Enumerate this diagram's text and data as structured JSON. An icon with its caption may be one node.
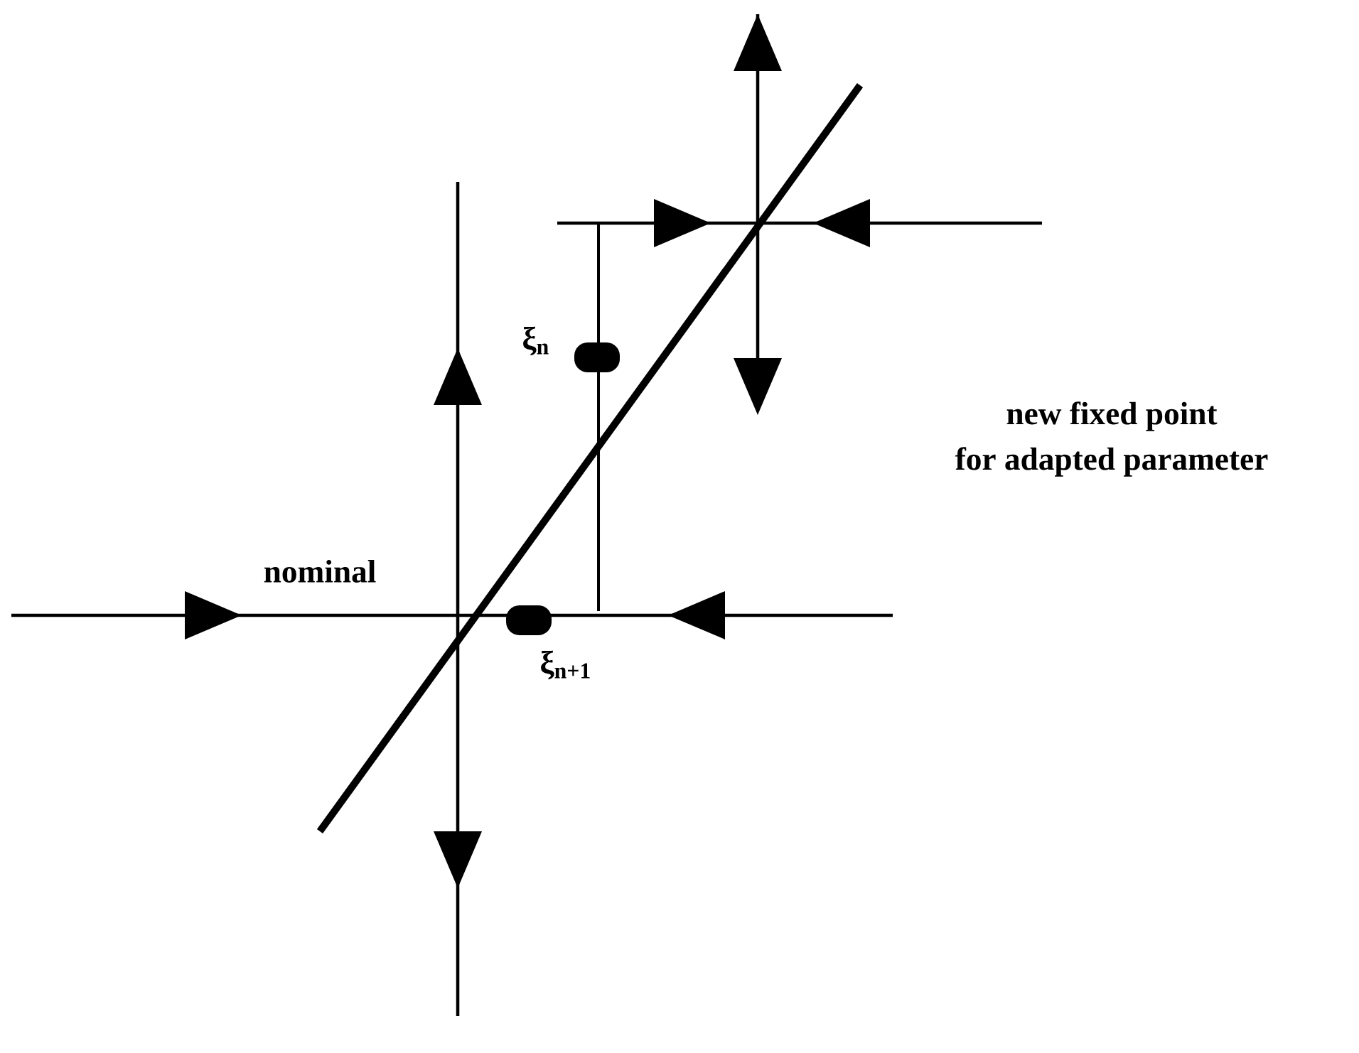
{
  "diagram": {
    "labels": [
      "nominal",
      "ξ$_{n}$",
      "ξ$_{n+1}$",
      "new fixed point",
      "for adapted parameter"
    ]
  }
}
